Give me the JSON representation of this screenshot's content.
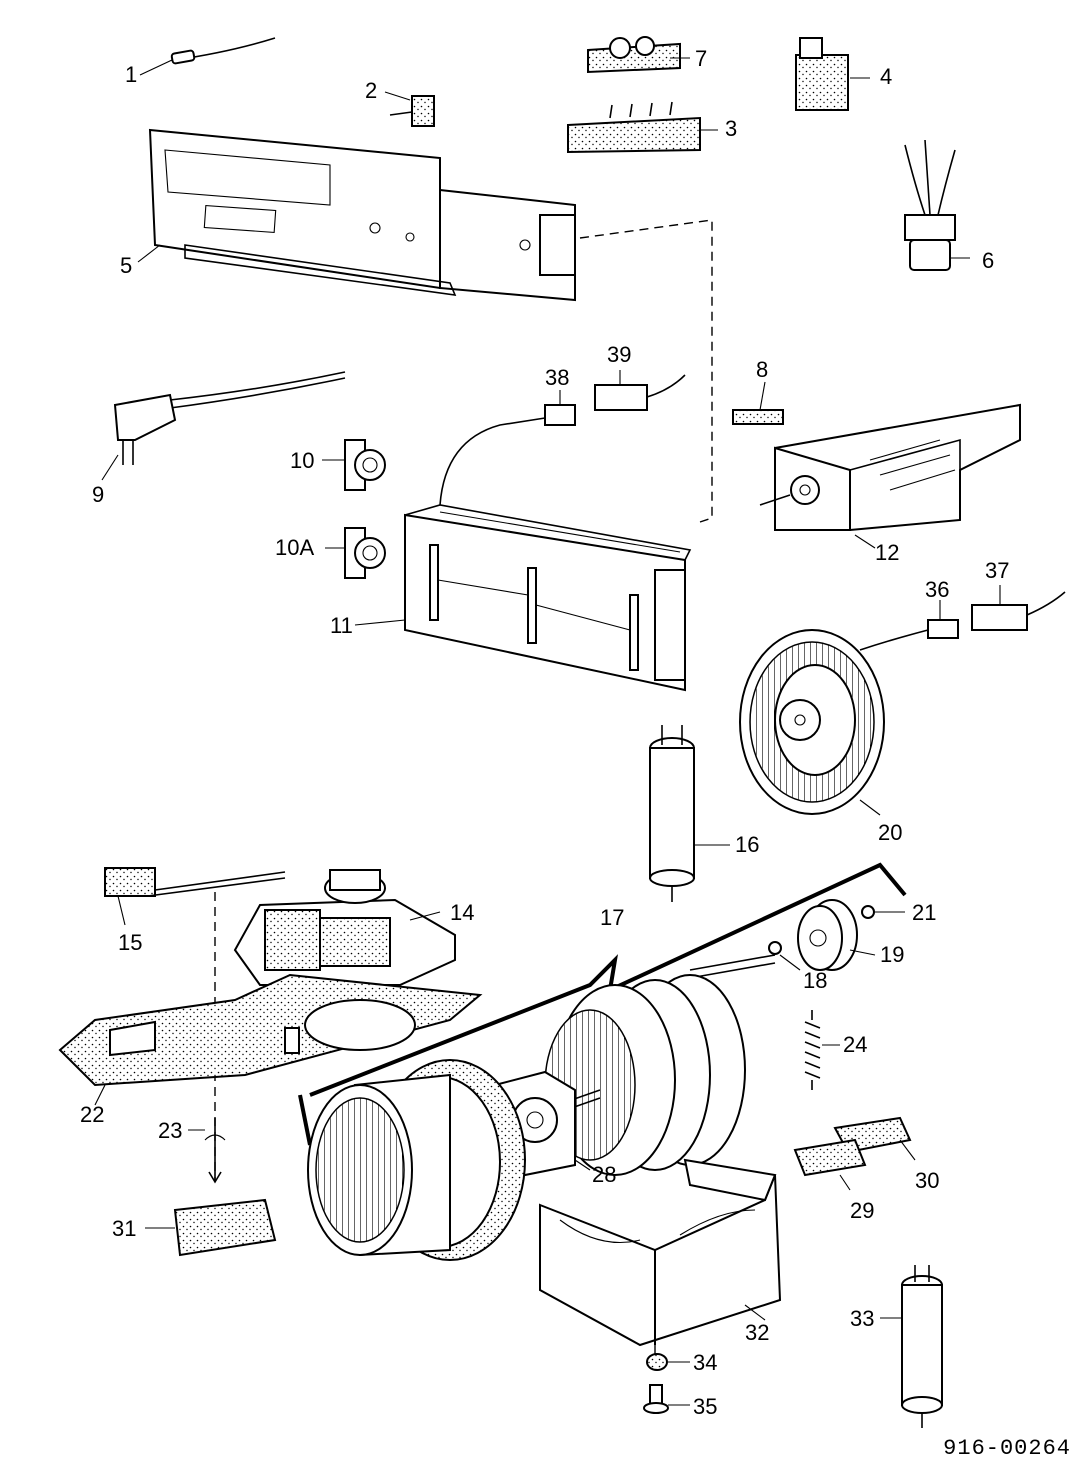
{
  "diagram": {
    "document_id": "916-00264",
    "callouts": [
      "1",
      "2",
      "3",
      "4",
      "5",
      "6",
      "7",
      "8",
      "9",
      "10",
      "10A",
      "11",
      "12",
      "14",
      "15",
      "16",
      "17",
      "18",
      "19",
      "20",
      "21",
      "22",
      "23",
      "24",
      "28",
      "29",
      "30",
      "31",
      "32",
      "33",
      "34",
      "35",
      "36",
      "37",
      "38",
      "39"
    ]
  }
}
